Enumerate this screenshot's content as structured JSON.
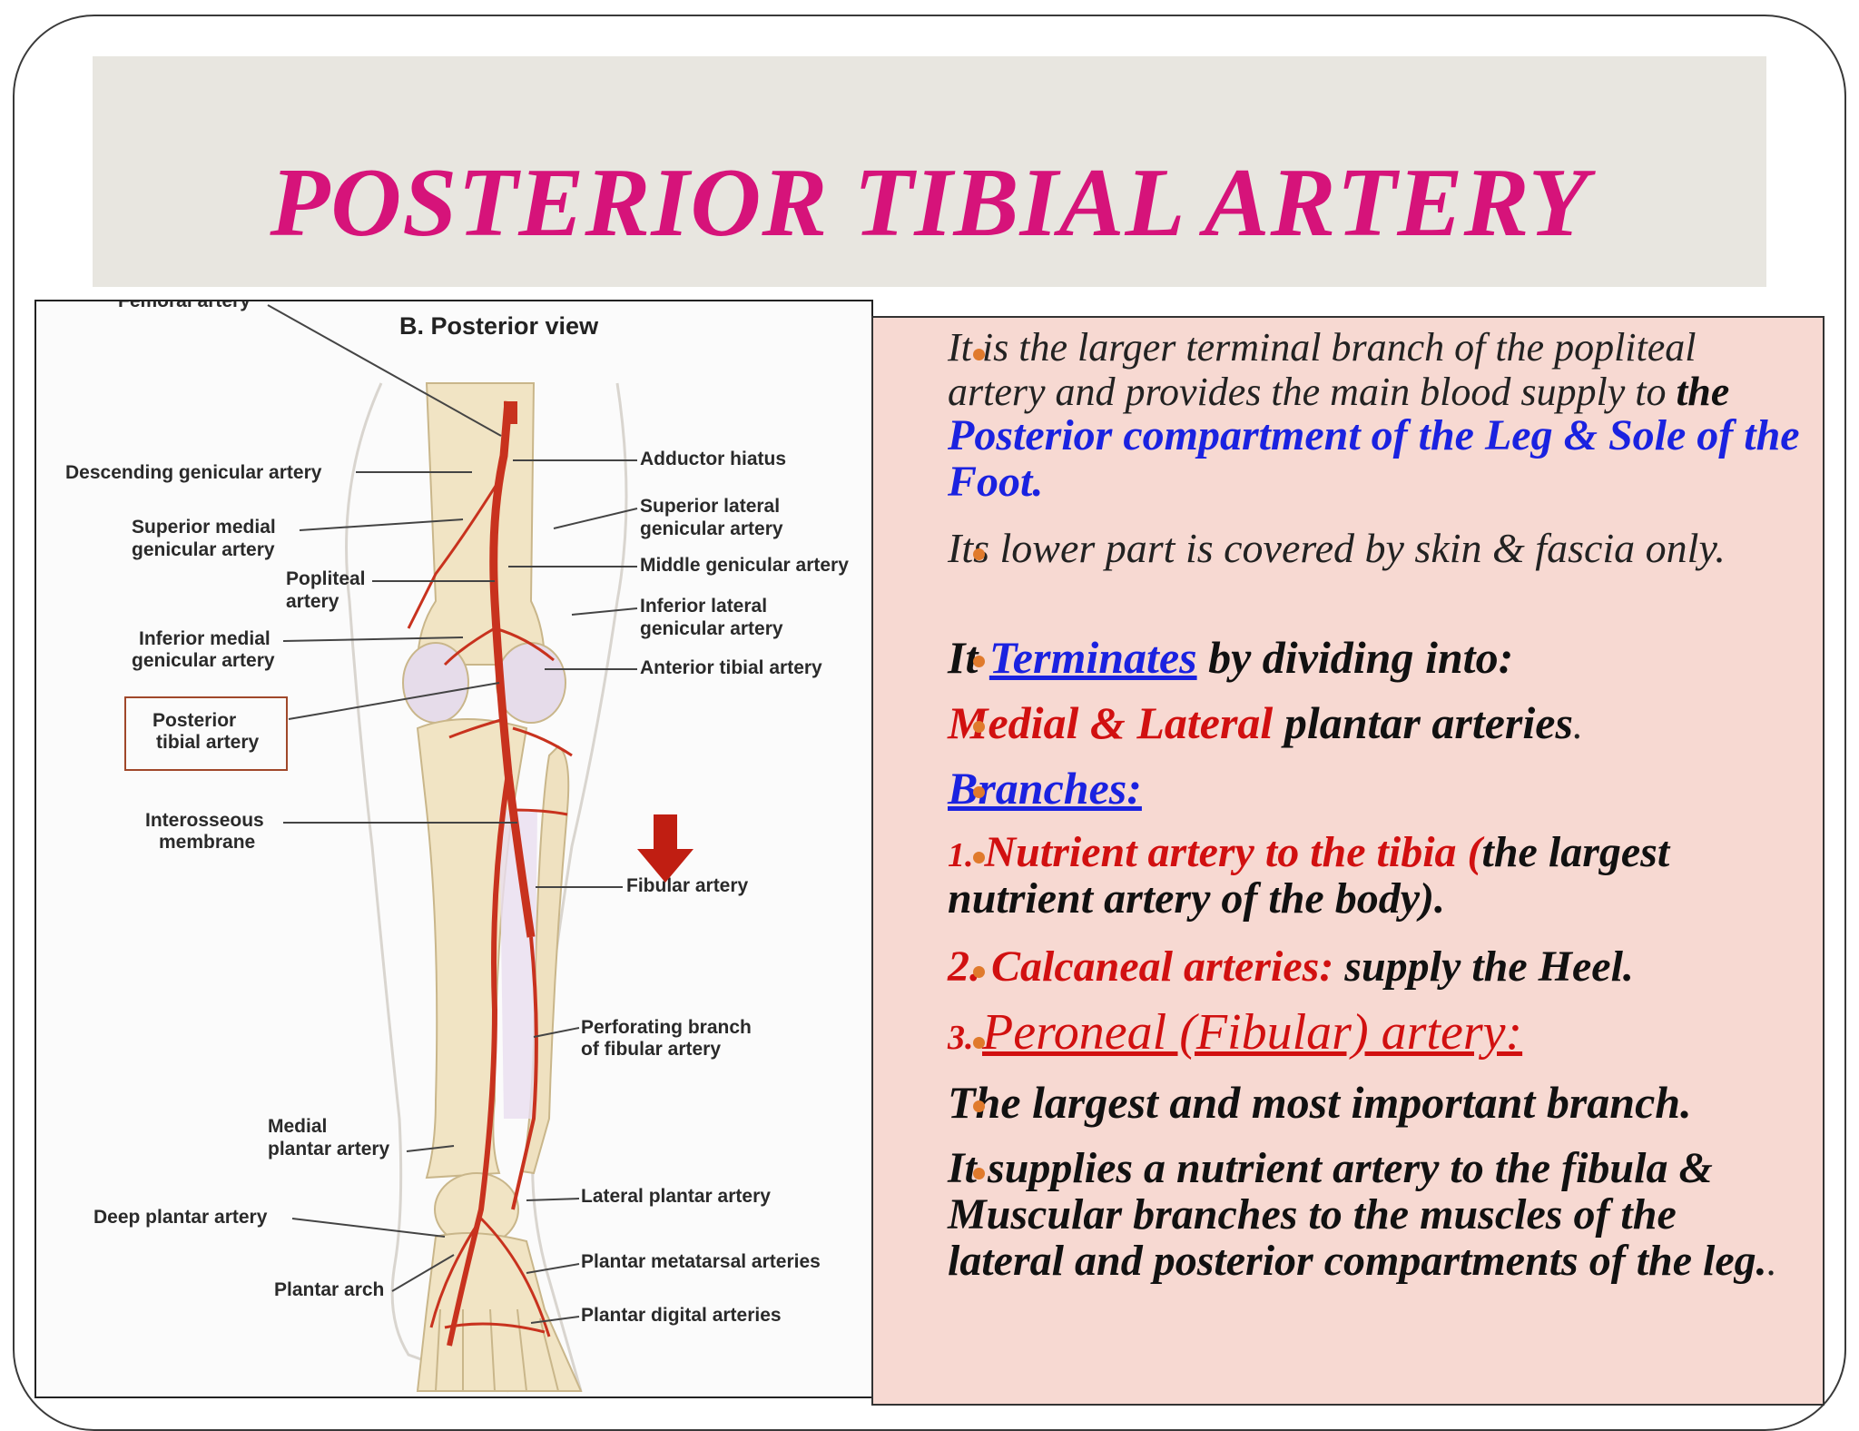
{
  "slide": {
    "title": "POSTERIOR TIBIAL ARTERY"
  },
  "figure": {
    "title": "B. Posterior view",
    "labels": {
      "femoral": "Femoral artery",
      "descending": "Descending genicular artery",
      "sup_medial_1": "Superior medial",
      "sup_medial_2": "genicular artery",
      "popliteal_1": "Popliteal",
      "popliteal_2": "artery",
      "inf_medial_1": "Inferior medial",
      "inf_medial_2": "genicular artery",
      "post_tibial_1": "Posterior",
      "post_tibial_2": "tibial artery",
      "interosseous_1": "Interosseous",
      "interosseous_2": "membrane",
      "medial_plantar_1": "Medial",
      "medial_plantar_2": "plantar artery",
      "deep_plantar": "Deep plantar artery",
      "plantar_arch": "Plantar arch",
      "adductor": "Adductor hiatus",
      "sup_lateral_1": "Superior lateral",
      "sup_lateral_2": "genicular artery",
      "middle_genicular": "Middle genicular artery",
      "inf_lateral_1": "Inferior lateral",
      "inf_lateral_2": "genicular artery",
      "anterior_tibial": "Anterior tibial artery",
      "fibular": "Fibular artery",
      "perforating_1": "Perforating branch",
      "perforating_2": "of fibular artery",
      "lateral_plantar": "Lateral plantar artery",
      "metatarsal": "Plantar metatarsal arteries",
      "digital": "Plantar digital arteries"
    }
  },
  "bullets": {
    "b1_a": "It is the larger terminal branch of the popliteal artery and provides the main blood supply to ",
    "b1_b": "the ",
    "b1_c": "Posterior compartment of the Leg & Sole of the Foot.",
    "b2": "Its lower part is covered  by skin & fascia only.",
    "b3_a": "It ",
    "b3_b": "Terminates",
    "b3_c": " by dividing into:",
    "b4_a": "Medial & Lateral",
    "b4_b": "  plantar arteries",
    "b4_c": ".",
    "b5": "Branches:",
    "b6_a": "1.",
    "b6_b": " Nutrient artery to the tibia (",
    "b6_c": "the largest nutrient artery of the body).",
    "b7_a": "2. Calcaneal arteries:",
    "b7_b": " supply the Heel.",
    "b8_a": "3. ",
    "b8_b": "Peroneal (Fibular) artery:",
    "b9": "The largest  and most important branch.",
    "b10_a": "It supplies a nutrient artery to the fibula & Muscular branches to the muscles of the lateral and posterior compartments of the leg.",
    "b10_b": "."
  },
  "colors": {
    "title": "#d6137a",
    "blue": "#1a22e0",
    "red": "#d11010",
    "panel": "#f7d9d2",
    "bullet": "#e07a2c",
    "artery": "#c8321e"
  }
}
